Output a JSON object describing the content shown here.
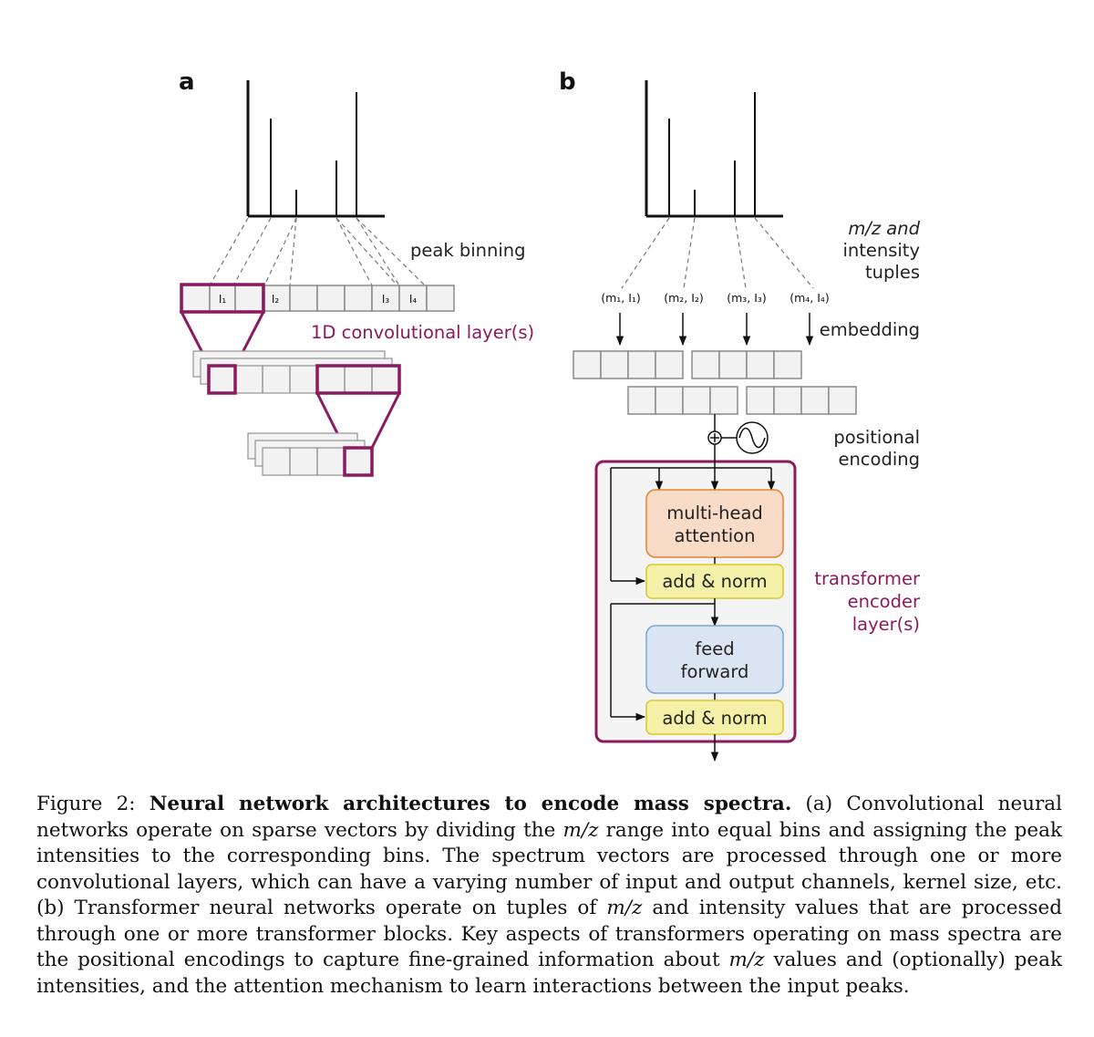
{
  "panel_a": {
    "label": "a",
    "binning_label": "peak binning",
    "conv_label": "1D convolutional layer(s)",
    "bins": [
      "I₁",
      "I₂",
      "I₃",
      "I₄"
    ]
  },
  "panel_b": {
    "label": "b",
    "tuples_label_lines": [
      "m/z and",
      "intensity",
      "tuples"
    ],
    "tuples": [
      "(m₁, I₁)",
      "(m₂, I₂)",
      "(m₃, I₃)",
      "(m₄, I₄)"
    ],
    "embedding_label": "embedding",
    "positional_label_lines": [
      "positional",
      "encoding"
    ],
    "mha_lines": [
      "multi-head",
      "attention"
    ],
    "addnorm1": "add & norm",
    "ff_lines": [
      "feed",
      "forward"
    ],
    "addnorm2": "add & norm",
    "transformer_label_lines": [
      "transformer",
      "encoder",
      "layer(s)"
    ]
  },
  "colors": {
    "accent": "#8b1a5e",
    "mha_fill": "#f8dcc8",
    "mha_stroke": "#e6822e",
    "addnorm_fill": "#f4f0a8",
    "addnorm_stroke": "#d9c92a",
    "ff_fill": "#dbe4f3",
    "ff_stroke": "#7aa5d8",
    "cell_fill": "#f2f2f2",
    "cell_stroke": "#8a8a8a"
  },
  "caption": {
    "prefix": "Figure 2: ",
    "lead": "Neural network architectures to encode mass spectra.",
    "p1": " (a) Convolutional neural networks operate on sparse vectors by dividing the ",
    "mz1": "m/z",
    "p2": " range into equal bins and assigning the peak intensities to the corresponding bins. The spectrum vectors are processed through one or more convolutional layers, which can have a varying number of input and output channels, kernel size, etc. (b) Transformer neural networks operate on tuples of ",
    "mz2": "m/z",
    "p3": " and intensity values that are processed through one or more transformer blocks. Key aspects of transformers operating on mass spectra are the positional encodings to capture fine-grained information about ",
    "mz3": "m/z",
    "p4": " values and (optionally) peak intensities, and the attention mechanism to learn interactions between the input peaks."
  }
}
